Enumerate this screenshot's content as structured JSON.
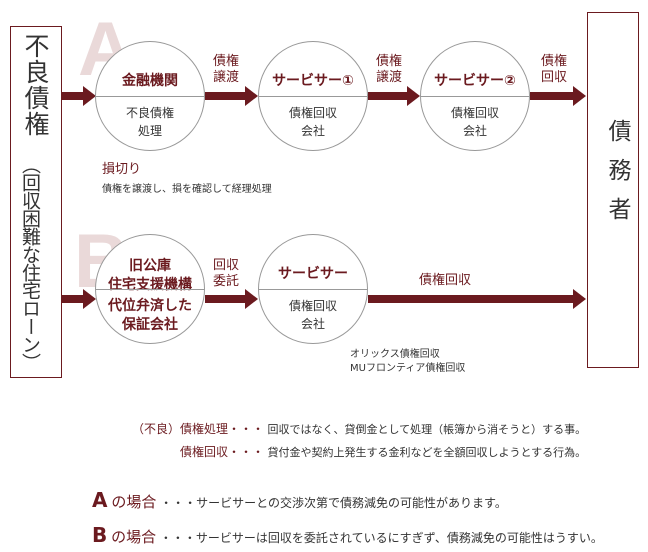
{
  "left_box": {
    "title": "不良債権",
    "subtitle": "（回収困難な住宅ローン）"
  },
  "right_box": {
    "title": "債務者"
  },
  "big_letters": {
    "a": "A",
    "b": "B"
  },
  "row_a": {
    "circle1": {
      "top": "金融機関",
      "bottom": [
        "不良債権",
        "処理"
      ]
    },
    "circle2": {
      "top": "サービサー①",
      "bottom": [
        "債権回収",
        "会社"
      ]
    },
    "circle3": {
      "top": "サービサー②",
      "bottom": [
        "債権回収",
        "会社"
      ]
    },
    "arrow1_label": [
      "債権",
      "譲渡"
    ],
    "arrow2_label": [
      "債権",
      "譲渡"
    ],
    "arrow3_label": [
      "債権",
      "回収"
    ],
    "note_title": "損切り",
    "note_text": "債権を譲渡し、損を確認して経理処理"
  },
  "row_b": {
    "circle1": {
      "top": [
        "旧公庫",
        "住宅支援機構"
      ],
      "bottom": [
        "代位弁済した",
        "保証会社"
      ]
    },
    "circle2": {
      "top": "サービサー",
      "bottom": [
        "債権回収",
        "会社"
      ]
    },
    "arrow1_label": [
      "回収",
      "委託"
    ],
    "arrow2_label": "債権回収",
    "companies": [
      "オリックス債権回収",
      "MUフロンティア債権回収"
    ]
  },
  "definitions": [
    {
      "term": "（不良）債権処理・・・",
      "text": "回収ではなく、貸倒金として処理（帳簿から消そうと）する事。"
    },
    {
      "term": "債権回収・・・",
      "text": "貸付金や契約上発生する金利などを全額回収しようとする行為。"
    }
  ],
  "cases": [
    {
      "letter": "A",
      "label": "の場合",
      "text": "・・・サービサーとの交渉次第で債務減免の可能性があります。"
    },
    {
      "letter": "B",
      "label": "の場合",
      "text": "・・・サービサーは回収を委託されているにすぎず、債務減免の可能性はうすい。"
    }
  ],
  "colors": {
    "accent": "#6b1a1f",
    "faded": "#ead9d9",
    "circle_border": "#999999"
  }
}
